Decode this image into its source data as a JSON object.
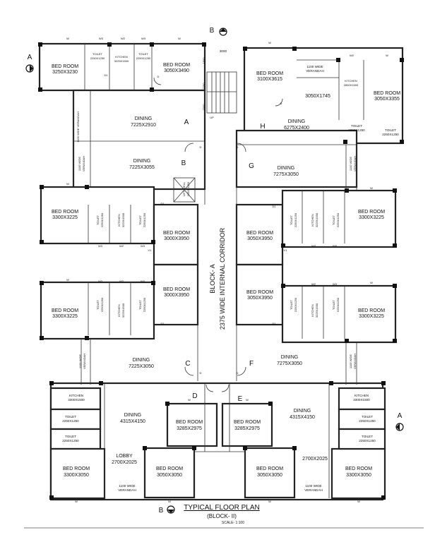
{
  "title": "TYPICAL FLOOR PLAN",
  "subtitle": "(BLOCK- II)",
  "scale": "SCALE- 1:100",
  "corridor": {
    "block": "BLOCK- A",
    "name": "2375 WIDE INTERNAL CORRIDOR"
  },
  "markers": {
    "A": "A",
    "B": "B",
    "C": "C",
    "D": "D",
    "E": "E",
    "F": "F",
    "G": "G",
    "H": "H"
  },
  "dims": {
    "d3000": "3000",
    "d1500": "1500",
    "d2250": "2250",
    "d1500b": "1500",
    "up": "UP",
    "d3050x1745": "3050X1745",
    "d2700x2025": "2700X2025"
  },
  "rooms": [
    {
      "name": "BED ROOM",
      "size": "3250X3230"
    },
    {
      "name": "TOILET",
      "size": "2250X1250"
    },
    {
      "name": "KITCHEN",
      "size": "3225X1500"
    },
    {
      "name": "TOILET",
      "size": "2250X1250"
    },
    {
      "name": "BED ROOM",
      "size": "3050X3490"
    },
    {
      "name": "BED ROOM",
      "size": "3100X3615"
    },
    {
      "name": "1100 WIDE",
      "size": "VERANDAH"
    },
    {
      "name": "KITCHEN",
      "size": "2850X1500"
    },
    {
      "name": "BED ROOM",
      "size": "3050X3355"
    },
    {
      "name": "DINING",
      "size": "7225X2910"
    },
    {
      "name": "DINING",
      "size": "6275X2400"
    },
    {
      "name": "TOILET",
      "size": "2250X1250"
    },
    {
      "name": "TOILET",
      "size": "2250X1250"
    },
    {
      "name": "1100 WIDE VERANDAH",
      "size": ""
    },
    {
      "name": "DINING",
      "size": "7225X3055"
    },
    {
      "name": "DINING",
      "size": "7275X3050"
    },
    {
      "name": "1100 WIDE",
      "size": "VERANDAH"
    },
    {
      "name": "LIFT WELL",
      "size": "1650X1450"
    },
    {
      "name": "1100 WIDE",
      "size": "VERANDAH"
    },
    {
      "name": "BED ROOM",
      "size": "3300X3225"
    },
    {
      "name": "TOILET",
      "size": "2250X1250"
    },
    {
      "name": "KITCHEN",
      "size": "3225X1500"
    },
    {
      "name": "TOILET",
      "size": "2250X1250"
    },
    {
      "name": "BED ROOM",
      "size": "3000X3950"
    },
    {
      "name": "BED ROOM",
      "size": "3050X3950"
    },
    {
      "name": "TOILET",
      "size": "2250X1250"
    },
    {
      "name": "KITCHEN",
      "size": "3225X1500"
    },
    {
      "name": "TOILET",
      "size": "2250X1250"
    },
    {
      "name": "BED ROOM",
      "size": "3300X3225"
    },
    {
      "name": "BED ROOM",
      "size": "3300X3225"
    },
    {
      "name": "TOILET",
      "size": "2250X1250"
    },
    {
      "name": "KITCHEN",
      "size": "3225X1500"
    },
    {
      "name": "TOILET",
      "size": "2250X1250"
    },
    {
      "name": "BED ROOM",
      "size": "3000X3950"
    },
    {
      "name": "BED ROOM",
      "size": "3050X3950"
    },
    {
      "name": "TOILET",
      "size": "2250X1250"
    },
    {
      "name": "KITCHEN",
      "size": "3225X1500"
    },
    {
      "name": "TOILET",
      "size": "2250X1250"
    },
    {
      "name": "BED ROOM",
      "size": "3300X3225"
    },
    {
      "name": "1100 WIDE",
      "size": "VERANDAH"
    },
    {
      "name": "1100 WIDE",
      "size": "VERANDAH"
    },
    {
      "name": "DINING",
      "size": "7225X3050"
    },
    {
      "name": "DINING",
      "size": "7275X3050"
    },
    {
      "name": "KITCHEN",
      "size": "3300X1500"
    },
    {
      "name": "KITCHEN",
      "size": "3300X1500"
    },
    {
      "name": "DINING",
      "size": "4315X4150"
    },
    {
      "name": "DINING",
      "size": "4315X4150"
    },
    {
      "name": "TOILET",
      "size": "2250X1250"
    },
    {
      "name": "TOILET",
      "size": "2250X1250"
    },
    {
      "name": "TOILET",
      "size": "2250X1250"
    },
    {
      "name": "TOILET",
      "size": "2250X1250"
    },
    {
      "name": "BED ROOM",
      "size": "3285X2975"
    },
    {
      "name": "BED ROOM",
      "size": "3285X2975"
    },
    {
      "name": "LOBBY",
      "size": "2700X2025"
    },
    {
      "name": "BED ROOM",
      "size": "3300X3050"
    },
    {
      "name": "BED ROOM",
      "size": "3050X3050"
    },
    {
      "name": "BED ROOM",
      "size": "3050X3050"
    },
    {
      "name": "BED ROOM",
      "size": "3300X3050"
    },
    {
      "name": "1100 WIDE",
      "size": "VERANDAH"
    },
    {
      "name": "1100 WIDE",
      "size": "VERANDAH"
    }
  ],
  "openings": {
    "w": "W",
    "w2": "W2",
    "w3": "W3",
    "d": "D",
    "d1": "D1",
    "d2": "D2",
    "v": "V",
    "v1": "V1"
  }
}
